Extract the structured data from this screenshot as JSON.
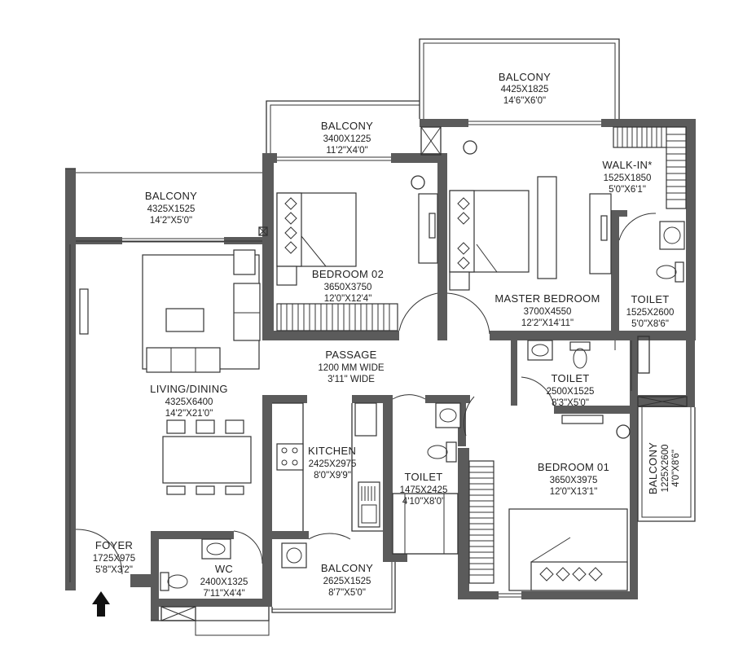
{
  "rooms": {
    "balcony_top": {
      "name": "BALCONY",
      "dim_mm": "4425X1825",
      "dim_ft": "14'6\"X6'0\""
    },
    "balcony_bed2": {
      "name": "BALCONY",
      "dim_mm": "3400X1225",
      "dim_ft": "11'2\"X4'0\""
    },
    "balcony_living": {
      "name": "BALCONY",
      "dim_mm": "4325X1525",
      "dim_ft": "14'2\"X5'0\""
    },
    "walk_in": {
      "name": "WALK-IN*",
      "dim_mm": "1525X1850",
      "dim_ft": "5'0\"X6'1\""
    },
    "bedroom_02": {
      "name": "BEDROOM 02",
      "dim_mm": "3650X3750",
      "dim_ft": "12'0\"X12'4\""
    },
    "master_bedroom": {
      "name": "MASTER BEDROOM",
      "dim_mm": "3700X4550",
      "dim_ft": "12'2\"X14'11\""
    },
    "toilet_master": {
      "name": "TOILET",
      "dim_mm": "1525X2600",
      "dim_ft": "5'0\"X8'6\""
    },
    "passage": {
      "name": "PASSAGE",
      "dim_mm": "1200 MM WIDE",
      "dim_ft": "3'11\" WIDE"
    },
    "toilet_mid": {
      "name": "TOILET",
      "dim_mm": "2500X1525",
      "dim_ft": "8'3\"X5'0\""
    },
    "living_dining": {
      "name": "LIVING/DINING",
      "dim_mm": "4325X6400",
      "dim_ft": "14'2\"X21'0\""
    },
    "kitchen": {
      "name": "KITCHEN",
      "dim_mm": "2425X2975",
      "dim_ft": "8'0\"X9'9\""
    },
    "bedroom_01": {
      "name": "BEDROOM 01",
      "dim_mm": "3650X3975",
      "dim_ft": "12'0\"X13'1\""
    },
    "balcony_side": {
      "name": "BALCONY",
      "dim_mm": "1225X2600",
      "dim_ft": "4'0\"X8'6\""
    },
    "toilet_small": {
      "name": "TOILET",
      "dim_mm": "1475X2425",
      "dim_ft": "4'10\"X8'0\""
    },
    "foyer": {
      "name": "FOYER",
      "dim_mm": "1725X975",
      "dim_ft": "5'8\"X3'2\""
    },
    "wc": {
      "name": "WC",
      "dim_mm": "2400X1325",
      "dim_ft": "7'11\"X4'4\""
    },
    "balcony_kitchen": {
      "name": "BALCONY",
      "dim_mm": "2625X1525",
      "dim_ft": "8'7\"X5'0\""
    }
  },
  "icons": [
    "entrance-arrow-icon",
    "door-swing-icon",
    "bed-icon",
    "sofa-icon",
    "dining-table-icon",
    "toilet-icon",
    "washbasin-icon",
    "stove-icon",
    "sink-icon",
    "washing-machine-icon",
    "wardrobe-icon",
    "staircase-hatch-icon"
  ]
}
